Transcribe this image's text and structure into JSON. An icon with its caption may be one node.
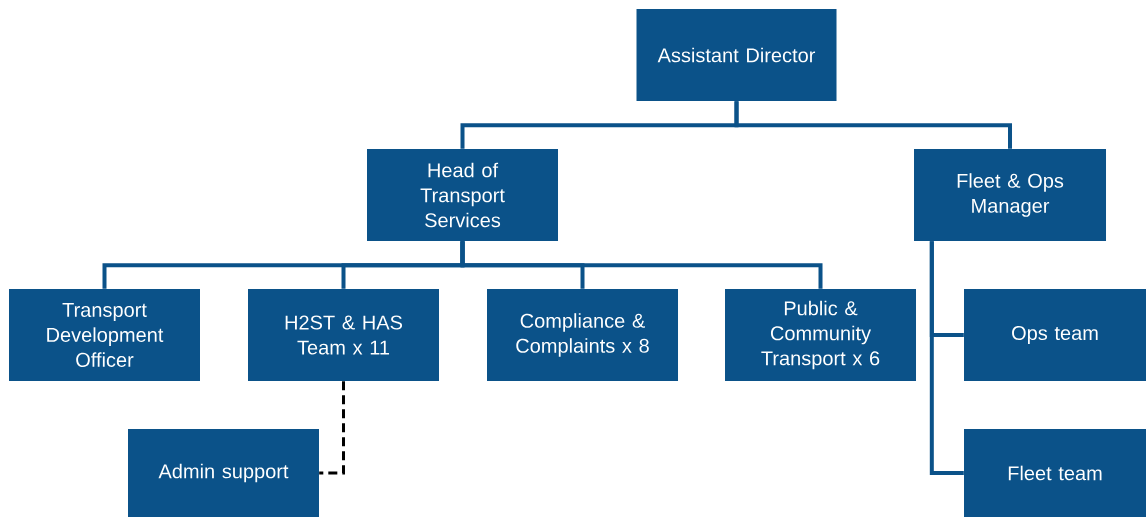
{
  "diagram": {
    "nodes": [
      {
        "text": [
          "Assistant Director"
        ]
      },
      {
        "text": [
          "Head of Transport Services"
        ]
      },
      {
        "text": [
          "Fleet & Ops Manager"
        ]
      },
      {
        "text": [
          "Transport Development Officer"
        ]
      },
      {
        "text": [
          "H2ST & HAS Team x 11"
        ]
      },
      {
        "text": [
          "Compliance & Complaints x 8"
        ]
      },
      {
        "text": [
          "Public & Community Transport x 6"
        ]
      },
      {
        "text": [
          "Ops team"
        ]
      },
      {
        "text": [
          "Admin support"
        ]
      },
      {
        "text": [
          "Fleet team"
        ]
      }
    ],
    "edges": [
      {
        "from": 0,
        "to": 1,
        "arrow": "none"
      },
      {
        "from": 0,
        "to": 2,
        "arrow": "none"
      },
      {
        "from": 1,
        "to": 3,
        "arrow": "none"
      },
      {
        "from": 1,
        "to": 4,
        "arrow": "none"
      },
      {
        "from": 1,
        "to": 5,
        "arrow": "none"
      },
      {
        "from": 1,
        "to": 6,
        "arrow": "none"
      },
      {
        "from": 2,
        "to": 7,
        "arrow": "none"
      },
      {
        "from": 2,
        "to": 9,
        "arrow": "none"
      },
      {
        "from": 4,
        "to": 8,
        "arrow": "none",
        "style": "dashed",
        "color": "#000000"
      }
    ]
  }
}
